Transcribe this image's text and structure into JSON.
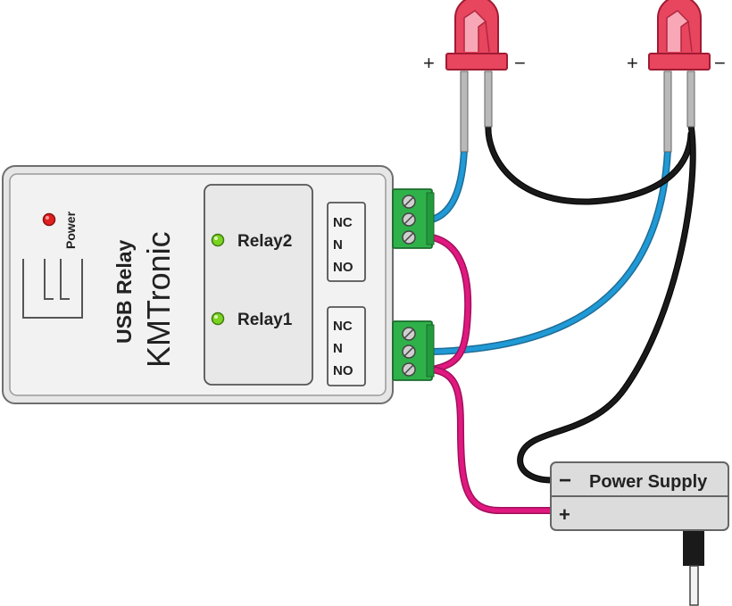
{
  "device": {
    "brand": "KMTronic",
    "product": "USB Relay",
    "power_label": "Power",
    "relays": [
      {
        "label": "Relay2",
        "terminals": [
          "NC",
          "N",
          "NO"
        ]
      },
      {
        "label": "Relay1",
        "terminals": [
          "NC",
          "N",
          "NO"
        ]
      }
    ]
  },
  "leds": [
    {
      "plus_label": "+",
      "minus_label": "−"
    },
    {
      "plus_label": "+",
      "minus_label": "−"
    }
  ],
  "power_supply": {
    "title": "Power Supply",
    "minus_label": "−",
    "plus_label": "+"
  },
  "colors": {
    "wire_blue": "#1f9ad6",
    "wire_black": "#1a1a1a",
    "wire_magenta": "#e0187f",
    "led_red": "#e8455f",
    "power_led": "#e02020",
    "relay_led": "#7bd321",
    "terminal_green": "#2fb14a"
  }
}
